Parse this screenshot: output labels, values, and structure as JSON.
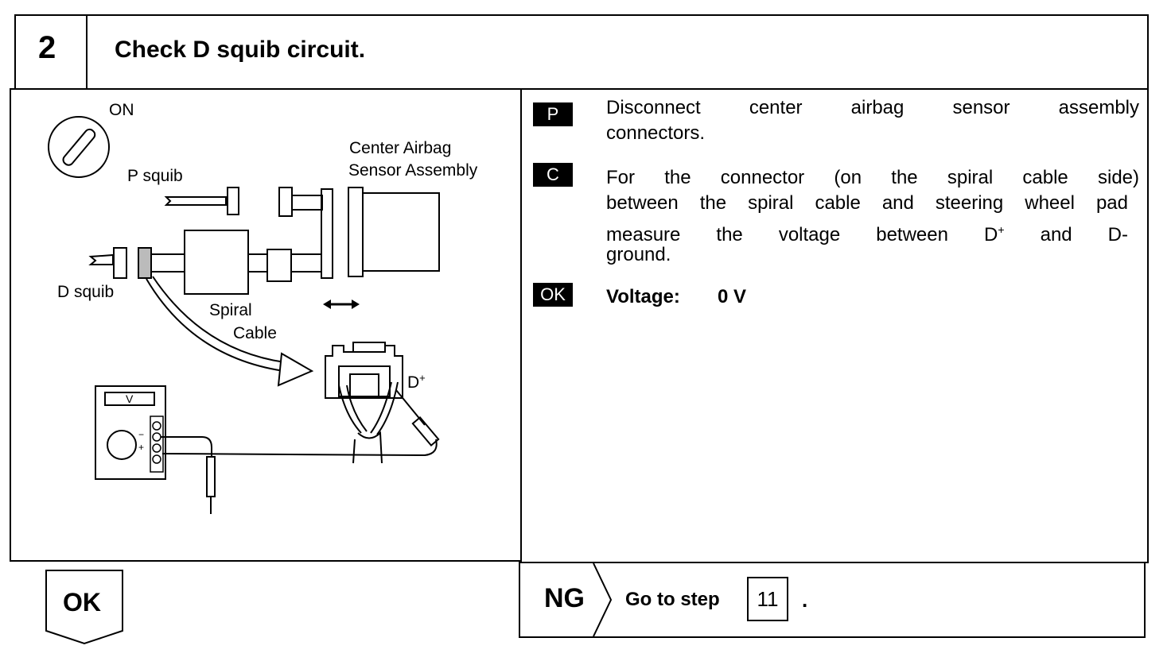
{
  "step": {
    "number": "2",
    "title": "Check D squib circuit."
  },
  "diagram": {
    "ignition_label": "ON",
    "p_squib_label": "P squib",
    "d_squib_label": "D squib",
    "center_airbag_line1": "Center Airbag",
    "center_airbag_line2": "Sensor Assembly",
    "spiral_label": "Spiral",
    "cable_label": "Cable",
    "d_plus_label": "D",
    "d_plus_sup": "+",
    "meter_display": "V",
    "meter_minus": "−",
    "meter_plus": "+"
  },
  "instructions": {
    "p_badge": "P",
    "p_text_line1": "Disconnect center airbag sensor assembly",
    "p_text_line2": "connectors.",
    "c_badge": "C",
    "c_text_line1": "For the connector (on the spiral cable side)",
    "c_text_line2": "between the spiral cable and steering wheel pad",
    "c_text_line3_a": "measure the voltage between D",
    "c_text_line3_sup": "+",
    "c_text_line3_b": "and D-",
    "c_text_line4": "ground.",
    "ok_badge": "OK",
    "voltage_label": "Voltage:",
    "voltage_value": "0 V"
  },
  "footer": {
    "ok_label": "OK",
    "ng_label": "NG",
    "goto_text": "Go to step",
    "goto_step": "11",
    "goto_period": "."
  }
}
